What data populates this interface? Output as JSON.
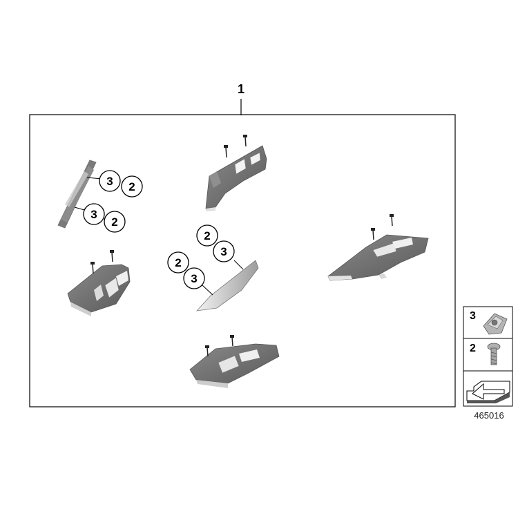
{
  "assembly": {
    "number": "1"
  },
  "callouts": [
    {
      "label": "3"
    },
    {
      "label": "2"
    },
    {
      "label": "3"
    },
    {
      "label": "2"
    },
    {
      "label": "2"
    },
    {
      "label": "3"
    },
    {
      "label": "2"
    },
    {
      "label": "3"
    }
  ],
  "legend": {
    "items": [
      {
        "number": "3",
        "part": "clip-nut-icon"
      },
      {
        "number": "2",
        "part": "screw-icon"
      }
    ],
    "footer": "arrow-icon"
  },
  "drawing_number": "465016",
  "colors": {
    "part_dark": "#6f6f6f",
    "part_mid": "#9a9a9a",
    "part_light": "#d6d6d6",
    "line": "#000000"
  }
}
